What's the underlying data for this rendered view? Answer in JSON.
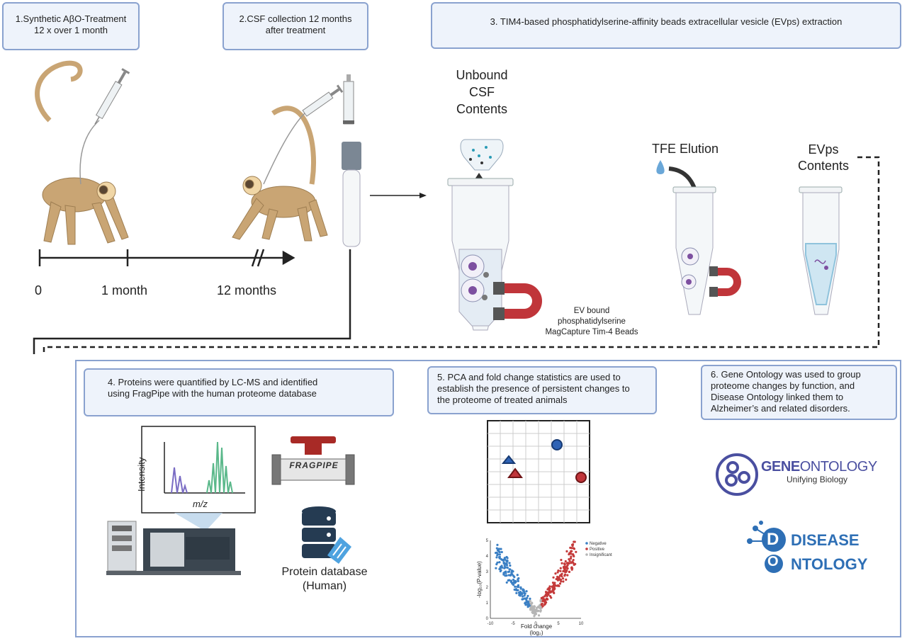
{
  "steps": {
    "s1": "1.Synthetic AβO-Treatment\n12 x over 1 month",
    "s2": "2.CSF collection 12 months\nafter treatment",
    "s3": "3. TIM4-based phosphatidylserine-affinity beads extracellular vesicle  (EVps) extraction",
    "s4": "4. Proteins were quantified by LC-MS and identified\nusing FragPipe with the human proteome database",
    "s5": "5. PCA and fold change statistics are used to\nestablish the presence of persistent changes to\nthe proteome of treated animals",
    "s6": "6. Gene Ontology was used to group\nproteome changes by function, and\nDisease Ontology linked them to\nAlzheimer’s and related disorders."
  },
  "timeline": {
    "t0": "0",
    "t1": "1 month",
    "t2": "12 months"
  },
  "labels": {
    "unbound": "Unbound\nCSF\nContents",
    "tfe": "TFE Elution",
    "evps": "EVps\nContents",
    "beads": "EV bound\nphosphatidylserine\nMagCapture Tim-4 Beads",
    "fragpipe": "FRAGPIPE",
    "protein_db": "Protein database\n(Human)",
    "intensity": "Intensity",
    "mz": "m/z"
  },
  "volcano": {
    "legend": [
      "Negative",
      "Positive",
      "Insignificant"
    ],
    "colors": {
      "negative": "#3a7fc4",
      "positive": "#c43a3a",
      "insignificant": "#b5b5b5"
    },
    "ylabel": "-log₁₀(P-value)",
    "xlabel": "Fold change\n(log₂)",
    "xticks": [
      "-10",
      "-5",
      "0",
      "5",
      "10"
    ],
    "yticks": [
      "0",
      "1",
      "2",
      "3",
      "4",
      "5"
    ]
  },
  "logos": {
    "gene_main1": "GENE",
    "gene_main2": "ONTOLOGY",
    "gene_sub": "Unifying Biology",
    "disease1": "DISEASE",
    "disease2": "NTOLOGY",
    "d_letter": "D",
    "o_letter": "O"
  }
}
